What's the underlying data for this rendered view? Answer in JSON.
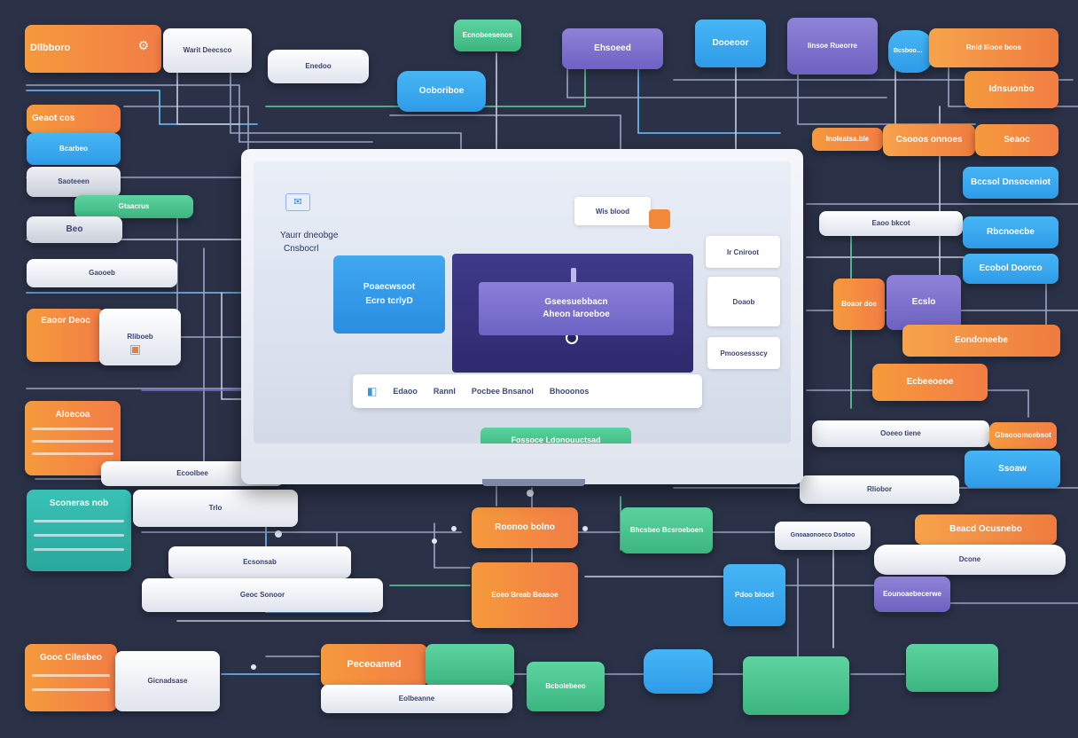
{
  "monitor": {
    "title_line1": "Yaurr dneobge",
    "title_line2": "Cnsbocrl",
    "blue_panel_line1": "Poaecwsoot",
    "blue_panel_line2": "Ecro tcrlyD",
    "center_panel_line1": "Gseesuebbacn",
    "center_panel_line2": "Aheon laroeboe",
    "toolbar_items": [
      "Edaoo",
      "Rannl",
      "Pocbee Bnsanol",
      "Bhooonos"
    ],
    "green_bar_label": "Fossoce Ldonouuctsad",
    "card_top_right": "Wis blood",
    "card_right_1": "Ir Cniroot",
    "card_right_2": "Doaob",
    "card_right_3": "Pmoosessscy"
  },
  "cards": {
    "c1": "Dllbboro",
    "c2": "Warit Deecsco",
    "c3": "Geaot cos",
    "c4": "Bcarbeo",
    "c5": "Saoteeen",
    "c6": "Gtaacrus",
    "c7": "Beo",
    "c8": "Gaooeb",
    "c9": "Eaoor Deoc",
    "c10": "Rliboeb",
    "c11": "Aloecoa",
    "c12": "Ecoolbee",
    "c13": "Sconeras nob",
    "c14": "Trlo",
    "c15": "Ecsonsab",
    "c16": "Geoc Sonoor",
    "c17": "Gooc Cilesbeo",
    "c18": "Gicnadsase",
    "c19": "Enedoo",
    "c20": "Ooboriboe",
    "c21": "Ecnobeesenos",
    "c22": "Ehsoeed",
    "c23": "Dooeoor",
    "c24": "Iinsoe Rueorre",
    "c25": "Bcsboomsd Daco",
    "c26": "Rnid lilooe boos",
    "c27": "Idnsuonbo",
    "c28": "Inoleatsa.ble",
    "c29": "Csooos onnoes",
    "c30": "Seaoc",
    "c31": "Bccsol Dnsoceniot",
    "c32": "Eaoo bkcot",
    "c33": "Rbcnoecbe",
    "c34": "Ecobol Doorco",
    "c35": "Boaor doe",
    "c36": "Ecslo",
    "c37": "Eondoneebe",
    "c38": "Ecbeeoeoe",
    "c39": "Ooeeo tiene",
    "c40": "Gbsooomoebsot",
    "c41": "Ssoaw",
    "c42": "Rliobor",
    "c43": "Roonoo bolno",
    "c44": "Bhcsbeo Bcsroeboen",
    "c45": "Gnoaaonoeco Dsotoo",
    "c46": "Beacd Ocusnebo",
    "c47": "Dcone",
    "c48": "Eoeo Breab Beasoe",
    "c49": "Pdoo blood",
    "c50": "Eounoaebecerwe",
    "c51": "Peceoamed",
    "c52": "Eolbeanne",
    "c53": "Bcbolebeeo"
  }
}
